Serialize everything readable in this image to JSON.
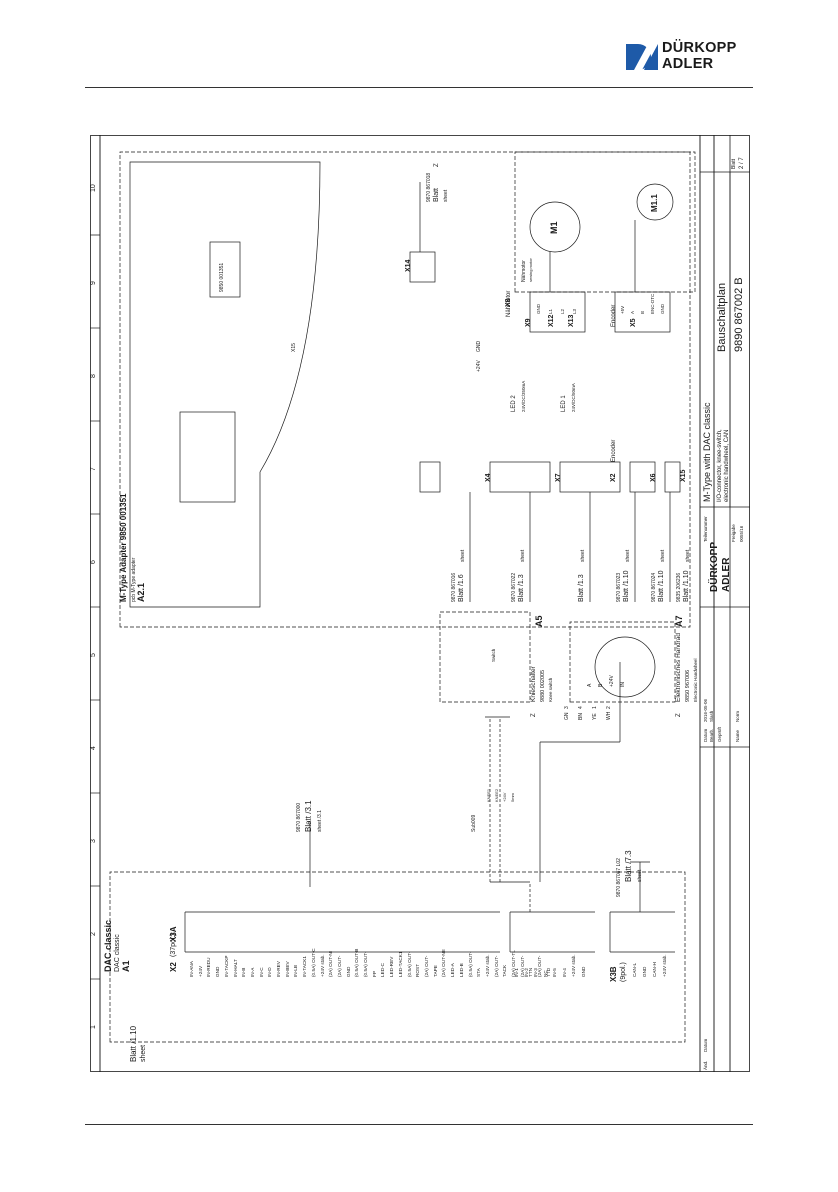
{
  "header": {
    "brand_line1": "DÜRKOPP",
    "brand_line2": "ADLER"
  },
  "title_block": {
    "title": "Bauschaltplan",
    "drawing_no": "9890 867002 B",
    "sheet_label": "Blatt",
    "sheet_no": "2 / 7",
    "subtitle1": "M-Type with DAC classic",
    "subtitle2": "I/O-connector, knee-switch,",
    "subtitle3": "electronic handwheel, CAN",
    "datum_label": "Datum",
    "datum_value": "2016-05-06",
    "bearb_label": "Bearb.",
    "bearb_value": "Slash",
    "gepr_label": "Geprüft",
    "norm_label": "Norm",
    "aend_label": "Änd.",
    "datum2_label": "Datum",
    "name_label": "Name",
    "teile_label": "Teilenummer",
    "freigabe_label": "Freigabe",
    "freigabe_value": "0055/16",
    "brand_line1": "DÜRKOPP",
    "brand_line2": "ADLER"
  },
  "grid": {
    "columns": [
      "1",
      "2",
      "3",
      "4",
      "5",
      "6",
      "7",
      "8",
      "9",
      "10"
    ]
  },
  "a1": {
    "title": "DAC classic",
    "subtitle": "DAC classic",
    "tag": "A1",
    "ref": "Blatt /1.10",
    "ref_sheet": "sheet",
    "x2": "X2",
    "x2_sub": "(37pol.)",
    "x3a": "X3A",
    "x3b": "X3B",
    "x3b_sub": "(9pol.)",
    "x2_signals": [
      "IN-ANA",
      "+24V",
      "IN-REDU",
      "GND",
      "IN-TACKP",
      "IN-HALT",
      "IN-B",
      "IN-A",
      "IN-C",
      "IN-D",
      "IN-REV",
      "IN-BEV",
      "IN-LB",
      "IN-TACK1",
      "(0.5A) OUT-C",
      "+24V stab.",
      "(2A) OUT-NI",
      "(2A) OUT-",
      "GND",
      "(0.5A) OUT-B",
      "(0.5A) OUT-FP",
      "LED-C",
      "LED-REV",
      "LED-TACK1",
      "(0.5A) OUT-ROST",
      "(2A) OUT-TAPE",
      "(2A) OUT-NE",
      "LED-A",
      "LED-B",
      "(0.5A) OUT-STA",
      "+24V stab.",
      "(2A) OUT-TACK",
      "(2A) OUT-TL",
      "(2A) OUT-TTN",
      "(2A) OUT-TTD"
    ],
    "x3a_signals": [
      "IN-1",
      "IN-2",
      "IN-3",
      "NC",
      "IN-5",
      "IN-4",
      "+24V stab.",
      "GND"
    ],
    "x3b_signals": [
      "CAN-L",
      "GND",
      "CAN-H",
      "+24V stab."
    ]
  },
  "cables": {
    "c1_no": "9870 867000",
    "c1_ref": "Blatt /3.1",
    "c1_sheet": "sheet /3.1",
    "c2_no": "9870 867087 L02",
    "c2_ref": "Blatt /7.3",
    "c2_sheet": "sheet",
    "sub": "Sub009",
    "knee_pins": [
      "KNEE1",
      "KNEE2",
      "+24V",
      "5mm"
    ]
  },
  "a5": {
    "tag": "A5",
    "title": "Knieschalter",
    "part": "9880 002005",
    "sub": "Knee switch",
    "switch": "Switch",
    "marker": "Z"
  },
  "a7": {
    "tag": "A7",
    "title": "Elektronisches Handrad",
    "part": "9850 967006",
    "sub": "Electronic Handwheel",
    "marker": "Z",
    "pins": [
      "GN",
      "BN",
      "YE",
      "WH"
    ],
    "nums": [
      "3",
      "4",
      "1",
      "2"
    ],
    "labels": [
      "A",
      "B",
      "+24V",
      "IN"
    ]
  },
  "a21": {
    "title": "M-Type Adapter 9850 001351",
    "subtitle": "pcb M-Type adapter",
    "tag": "A2.1",
    "pcb_label": "9850 001351",
    "x15": "X15",
    "x4": "X4",
    "x7": "X7",
    "x2": "X2",
    "x6": "X6",
    "x15b": "X15",
    "x9": "X9",
    "x12": "X12",
    "x13": "X13",
    "x8": "X8",
    "x5": "X5",
    "x14": "X14",
    "naehmotor": "Nähmotor",
    "encoder": "Encoder",
    "encoder2": "Encoder",
    "led2": "LED 2",
    "led2_spec": "24V/DC/350mA",
    "led1": "LED 1",
    "led1_spec": "24V/DC/50mA",
    "gnd": "GND",
    "v24": "+24V",
    "x9_pins": [
      "GND",
      "L1",
      "L2",
      "L3"
    ],
    "x5_pins": [
      "+5V",
      "A",
      "B",
      "ENC-DTC",
      "GND"
    ]
  },
  "cable_refs": [
    {
      "no": "9870 867016",
      "ref": "Blatt /1.6",
      "sheet": "sheet"
    },
    {
      "no": "9870 867022",
      "ref": "Blatt /1.3",
      "sheet": "sheet"
    },
    {
      "no": "",
      "ref": "Blatt /1.3",
      "sheet": "sheet"
    },
    {
      "no": "9870 867023",
      "ref": "Blatt /1.10",
      "sheet": "sheet"
    },
    {
      "no": "9870 867024",
      "ref": "Blatt /1.10",
      "sheet": "sheet"
    },
    {
      "no": "9835 206236",
      "ref": "Blatt /1.10",
      "sheet": "sheet"
    }
  ],
  "top_ref": {
    "no": "9870 867018",
    "ref": "Blatt",
    "sheet": "sheet",
    "marker": "Z"
  },
  "motor": {
    "m1": "M1",
    "m11": "M1.1",
    "label": "Nähmotor",
    "sub": "sewing motor"
  },
  "colors": {
    "ink": "#1a1a1a",
    "brand": "#1e5aa8"
  }
}
